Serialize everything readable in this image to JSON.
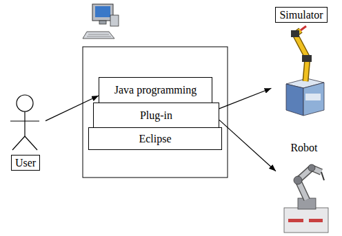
{
  "diagram": {
    "nodes": [
      {
        "text": [
          "User"
        ]
      },
      {
        "text": [
          "Java programming"
        ]
      },
      {
        "text": [
          "Plug-in"
        ]
      },
      {
        "text": [
          "Eclipse"
        ]
      },
      {
        "text": [
          "Simulator"
        ]
      },
      {
        "text": [
          "Robot"
        ]
      }
    ],
    "edges": [
      {
        "from": 0,
        "to": 1,
        "arrow": "to"
      },
      {
        "from": 2,
        "to": 4,
        "arrow": "to"
      },
      {
        "from": 2,
        "to": 5,
        "arrow": "to"
      }
    ]
  }
}
